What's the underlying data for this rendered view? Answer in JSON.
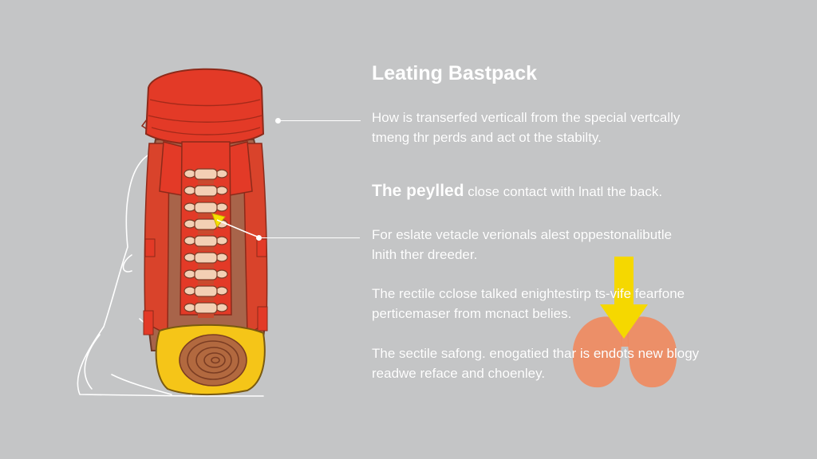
{
  "title": "Leating Bastpack",
  "paragraphs": [
    {
      "lines": [
        "How is transerfed verticall from the special vertcally",
        "tmeng thr perds and act ot the stabilty."
      ]
    },
    {
      "lead": "The peylled",
      "rest": " close contact with lnatl the back."
    },
    {
      "lines": [
        "For eslate vetacle verionals alest oppestonalibutle",
        "lnith ther dreeder."
      ]
    },
    {
      "lines": [
        "The rectile cclose talked enightestirp ts-vife fearfone",
        "perticemaser from mcnact belies."
      ]
    },
    {
      "lines": [
        "The sectile safong. enogatied thar is endots new blogy",
        "readwe reface and choenley."
      ]
    }
  ],
  "colors": {
    "background": "#c4c5c6",
    "pack_red": "#e33a27",
    "pack_brown": "#a8644a",
    "base_yellow": "#f5c518",
    "arrow_yellow": "#f5d800",
    "lungs": "#ef8a5f",
    "text": "#ffffff"
  },
  "icons": [
    "backpack-illustration",
    "spine-illustration",
    "person-outline",
    "lungs-icon",
    "down-arrow-icon"
  ]
}
